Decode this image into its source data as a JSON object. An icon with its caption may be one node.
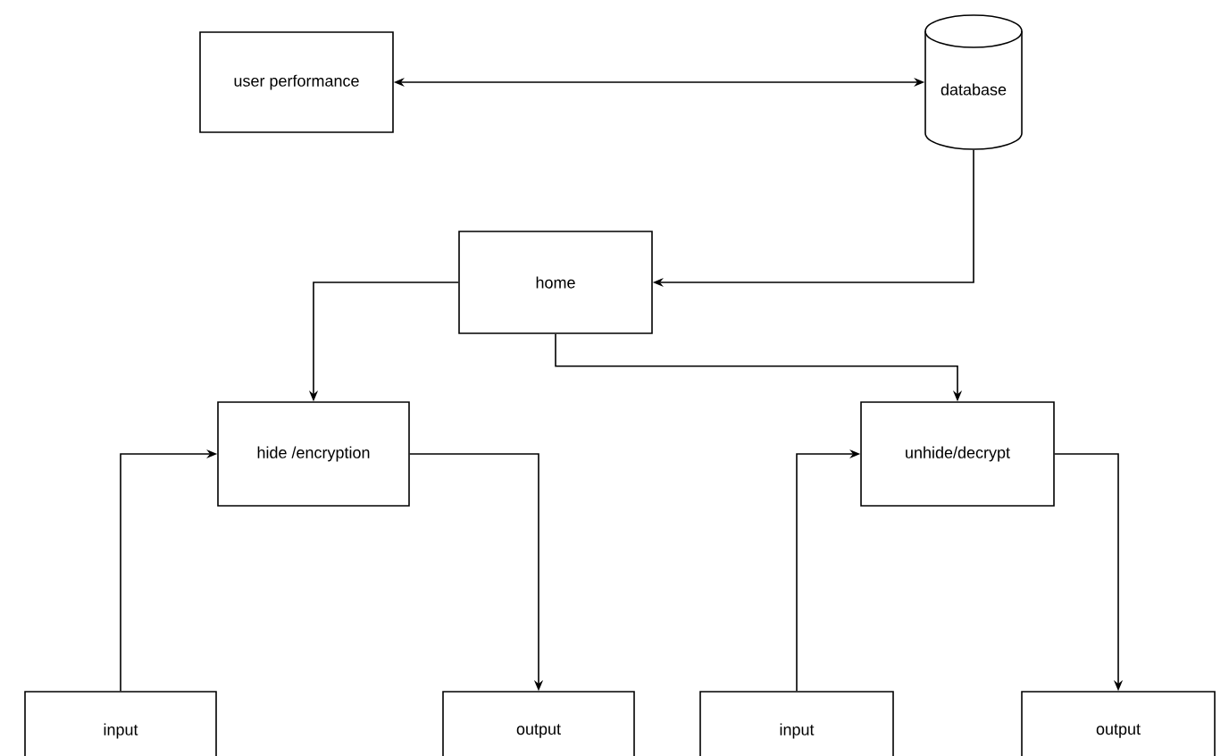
{
  "diagram": {
    "nodes": [
      {
        "text": [
          "user performance"
        ]
      },
      {
        "text": [
          "database"
        ]
      },
      {
        "text": [
          "home"
        ]
      },
      {
        "text": [
          "hide /encryption"
        ]
      },
      {
        "text": [
          "unhide/decrypt"
        ]
      },
      {
        "text": [
          "input"
        ]
      },
      {
        "text": [
          "output"
        ]
      },
      {
        "text": [
          "input"
        ]
      },
      {
        "text": [
          "output"
        ]
      }
    ],
    "edges": [
      {
        "from": 0,
        "to": 1,
        "arrow": "both"
      },
      {
        "from": 1,
        "to": 2,
        "arrow": "to"
      },
      {
        "from": 2,
        "to": 3,
        "arrow": "to"
      },
      {
        "from": 2,
        "to": 4,
        "arrow": "to"
      },
      {
        "from": 5,
        "to": 3,
        "arrow": "to"
      },
      {
        "from": 3,
        "to": 6,
        "arrow": "to"
      },
      {
        "from": 7,
        "to": 4,
        "arrow": "to"
      },
      {
        "from": 4,
        "to": 8,
        "arrow": "to"
      }
    ]
  }
}
